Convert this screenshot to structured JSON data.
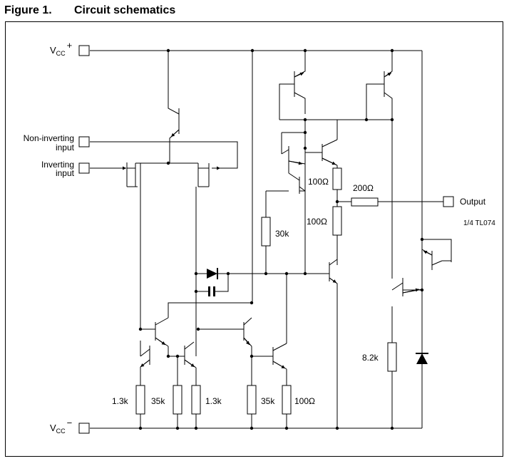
{
  "figure": {
    "number": "Figure 1.",
    "title": "Circuit schematics"
  },
  "pins": {
    "vcc_plus": {
      "base": "V",
      "sub": "CC",
      "sup": "+"
    },
    "vcc_minus": {
      "base": "V",
      "sub": "CC",
      "sup": "−"
    },
    "noninv_line1": "Non-inverting",
    "noninv_line2": "input",
    "inv_line1": "Inverting",
    "inv_line2": "input",
    "output": "Output"
  },
  "part_label": "1/4 TL074",
  "components": {
    "r_100_top": "100Ω",
    "r_200": "200Ω",
    "r_100_mid": "100Ω",
    "r_30k": "30k",
    "r_8_2k": "8.2k",
    "r_1_3k_left": "1.3k",
    "r_35k_left": "35k",
    "r_1_3k_right": "1.3k",
    "r_35k_right": "35k",
    "r_100_bottom": "100Ω"
  }
}
